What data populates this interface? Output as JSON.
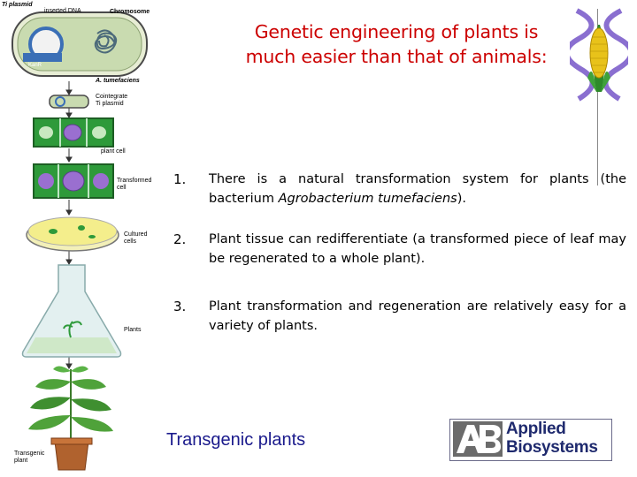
{
  "slide": {
    "title_line1": "Genetic engineering of plants is",
    "title_line2": "much easier than that of animals:",
    "points": [
      {
        "number": "1.",
        "text_before": "There is a natural transformation system for plants (the bacterium ",
        "text_italic": "Agrobacterium tumefaciens",
        "text_after": ")."
      },
      {
        "number": "2.",
        "text": "Plant tissue can redifferentiate (a transformed piece of leaf may be regenerated to a whole plant)."
      },
      {
        "number": "3.",
        "text": "Plant transformation and regeneration are relatively easy for a variety of plants."
      }
    ],
    "caption": "Transgenic plants"
  },
  "diagram": {
    "label_ti_plasmid": "Ti plasmid",
    "label_inserted_dna": "inserted DNA",
    "label_chromosome": "Chromosome",
    "label_kan": "KanR",
    "label_bacterium": "A. tumefaciens",
    "label_cointegrate_1": "Cointegrate",
    "label_cointegrate_2": "Ti plasmid",
    "label_plant_cell": "plant cell",
    "label_transformed_1": "Transformed",
    "label_transformed_2": "cell",
    "label_cultured_1": "Cultured",
    "label_cultured_2": "cells",
    "label_plants": "Plants",
    "label_transgenic_1": "Transgenic",
    "label_transgenic_2": "plant"
  },
  "logo": {
    "line1": "Applied",
    "line2": "Biosystems"
  },
  "colors": {
    "title": "#cc0000",
    "caption": "#1a1a8c",
    "logo_text": "#1f2a6e",
    "cell_green": "#2e9a3a",
    "dna_purple": "#9a6fd0"
  }
}
